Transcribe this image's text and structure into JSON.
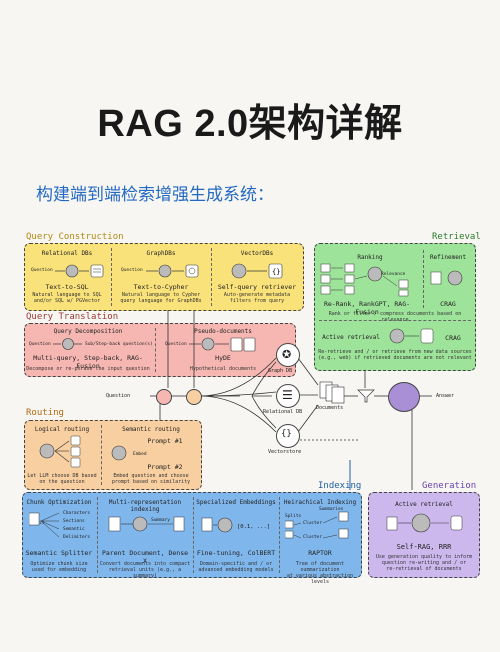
{
  "title": "RAG 2.0架构详解",
  "subtitle": "构建端到端检索增强生成系统：",
  "colors": {
    "query_construction": "#f9e27a",
    "query_translation": "#f6b7b2",
    "routing": "#f8cfa0",
    "retrieval": "#9ee39a",
    "indexing": "#7fb6ec",
    "generation": "#cdb8ee",
    "title_blue": "#2469c2"
  },
  "sections": {
    "query_construction": {
      "label": "Query Construction",
      "cells": [
        {
          "title": "Relational DBs",
          "main": "Text-to-SQL",
          "desc": [
            "Natural language to SQL",
            "and/or SQL w/ PGVector"
          ]
        },
        {
          "title": "GraphDBs",
          "main": "Text-to-Cypher",
          "desc": [
            "Natural language to Cypher",
            "query language for GraphDBs"
          ]
        },
        {
          "title": "VectorDBs",
          "main": "Self-query retriever",
          "desc": [
            "Auto-generate metadata",
            "filters from query"
          ]
        }
      ]
    },
    "query_translation": {
      "label": "Query Translation",
      "cells": [
        {
          "title": "Query Decomposition",
          "main": "Multi-query, Step-back, RAG-Fusion",
          "desc": [
            "Decompose or re-phrase the input question"
          ]
        },
        {
          "title": "Pseudo-documents",
          "main": "HyDE",
          "desc": [
            "Hypothetical documents"
          ]
        }
      ]
    },
    "routing": {
      "label": "Routing",
      "cells": [
        {
          "title": "Logical routing",
          "desc": [
            "Let LLM choose DB based",
            "on the question"
          ]
        },
        {
          "title": "Semantic routing",
          "prompts": [
            "Prompt #1",
            "Prompt #2"
          ],
          "embed": "Embed",
          "desc": [
            "Embed question and choose",
            "prompt based on similarity"
          ]
        }
      ]
    },
    "retrieval": {
      "label": "Retrieval",
      "ranking": {
        "title": "Ranking",
        "relevance": "Relevance",
        "main": "Re-Rank, RankGPT, RAG-Fusion"
      },
      "refinement": {
        "title": "Refinement",
        "main": "CRAG"
      },
      "ranking_desc": "Rank or filter / compress documents based on relevance",
      "active": {
        "title": "Active retrieval",
        "main": "CRAG"
      },
      "active_desc": [
        "Re-retrieve and / or retrieve from new data sources",
        "(e.g., web) if retrieved documents are not relevant"
      ]
    },
    "indexing": {
      "label": "Indexing",
      "cells": [
        {
          "title": "Chunk Optimization",
          "main": "Semantic Splitter",
          "desc": [
            "Optimize chunk size",
            "used for embedding"
          ],
          "items": [
            "Characters",
            "Sections",
            "Semantic",
            "Delimiters"
          ],
          "split": "Split"
        },
        {
          "title": "Multi-representation indexing",
          "main": "Parent Document, Dense X",
          "desc": [
            "Convert documents into compact",
            "retrieval units (e.g., a summary)"
          ],
          "summary": "Summary"
        },
        {
          "title": "Specialized Embeddings",
          "main": "Fine-tuning, ColBERT",
          "desc": [
            "Domain-specific and / or",
            "advanced embedding models"
          ],
          "vector": "[0.1, ...]"
        },
        {
          "title": "Heirachical Indexing",
          "main": "RAPTOR",
          "desc": [
            "Tree of document summarization",
            "at various abstraction levels"
          ],
          "items": [
            "Summaries",
            "Cluster",
            "Cluster",
            "Splits"
          ]
        }
      ]
    },
    "generation": {
      "label": "Generation",
      "title": "Active retrieval",
      "main": "Self-RAG, RRR",
      "desc": [
        "Use generation quality to inform",
        "question re-writing and / or",
        "re-retrieval of documents"
      ]
    }
  },
  "flow": {
    "question": "Question",
    "graph_db": "Graph DB",
    "relational_db": "Relational DB",
    "vectorstore": "Vectorstore",
    "documents": "Documents",
    "answer": "Answer"
  },
  "small": {
    "question": "Question",
    "sub_q": "Sub/Step-back question(s)"
  }
}
